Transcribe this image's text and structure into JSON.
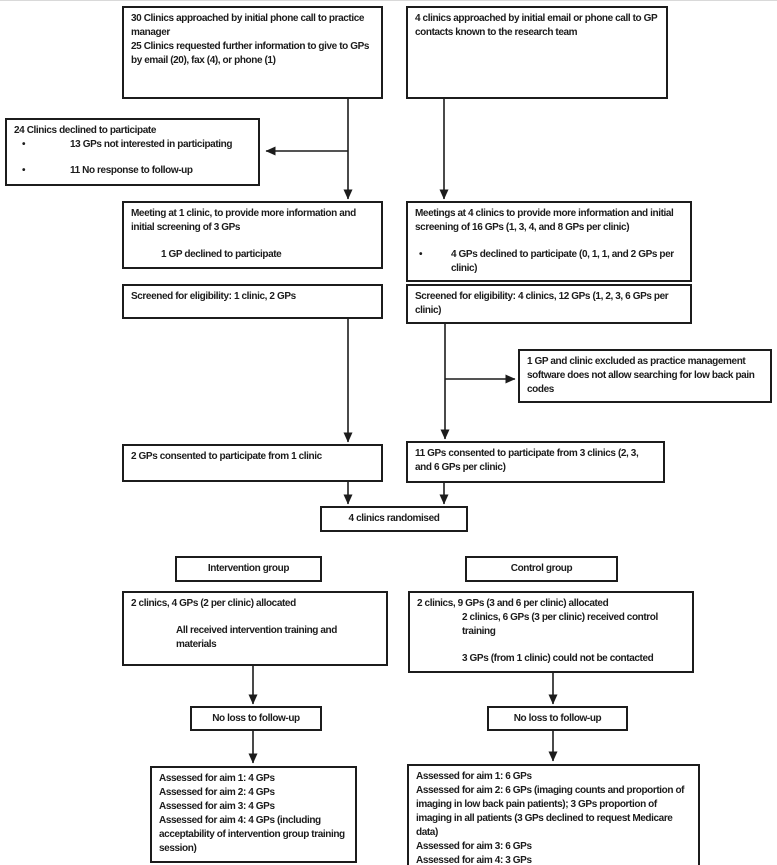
{
  "colors": {
    "background": "#ffffff",
    "line": "#1c1c1c",
    "text": "#1c1c1c"
  },
  "glyphs": {
    "bullet": "•"
  },
  "boxes": {
    "approached_phone": {
      "lines": [
        "30 Clinics approached by initial phone call to practice manager",
        "25 Clinics requested further information to give to GPs by email (20), fax (4), or phone (1)"
      ]
    },
    "approached_email": {
      "text": "4 clinics approached by initial email or phone call to GP contacts known to the research team"
    },
    "clinics_declined": {
      "title": "24 Clinics declined to participate",
      "items": [
        "13 GPs not interested in participating",
        "11 No response to follow-up"
      ]
    },
    "meeting_left": {
      "line1": "Meeting at 1 clinic, to provide more information and initial screening of 3 GPs",
      "line2": "1 GP declined to participate"
    },
    "meeting_right": {
      "line1": "Meetings at 4 clinics to provide more information and initial screening of 16 GPs (1, 3, 4, and 8 GPs per clinic)",
      "item": "4 GPs declined to participate (0, 1, 1, and 2 GPs per clinic)"
    },
    "screened_left": {
      "text": "Screened for eligibility: 1 clinic, 2 GPs"
    },
    "screened_right": {
      "text": "Screened for eligibility: 4 clinics, 12 GPs (1, 2, 3, 6 GPs per clinic)"
    },
    "excluded": {
      "text": "1 GP and clinic excluded as practice management software does not allow searching for low back pain codes"
    },
    "consented_left": {
      "text": "2 GPs consented to participate from 1 clinic"
    },
    "consented_right": {
      "text": "11 GPs consented to participate from 3 clinics (2, 3, and 6 GPs per clinic)"
    },
    "randomised": {
      "text": "4 clinics randomised"
    },
    "intervention_label": {
      "text": "Intervention group"
    },
    "control_label": {
      "text": "Control group"
    },
    "intervention_allocated": {
      "line1": "2 clinics, 4 GPs (2 per clinic) allocated",
      "line2": "All received intervention training and materials"
    },
    "control_allocated": {
      "line1": "2 clinics, 9 GPs (3 and 6 per clinic) allocated",
      "line2": "2 clinics, 6 GPs (3 per clinic) received control training",
      "line3": "3 GPs (from 1 clinic) could not be contacted"
    },
    "no_loss_left": {
      "text": "No loss to follow-up"
    },
    "no_loss_right": {
      "text": "No loss to follow-up"
    },
    "assessed_left": {
      "lines": [
        "Assessed for aim 1: 4 GPs",
        "Assessed for aim 2: 4 GPs",
        "Assessed for aim 3: 4 GPs",
        "Assessed for aim 4: 4 GPs (including acceptability of intervention group training session)"
      ]
    },
    "assessed_right": {
      "lines": [
        "Assessed for aim 1: 6 GPs",
        "Assessed for aim 2: 6 GPs (imaging counts and proportion of imaging in low back pain patients); 3 GPs proportion of imaging in all patients (3 GPs declined to request Medicare data)",
        "Assessed for aim 3: 6 GPs",
        "Assessed for aim 4: 3 GPs"
      ]
    }
  }
}
